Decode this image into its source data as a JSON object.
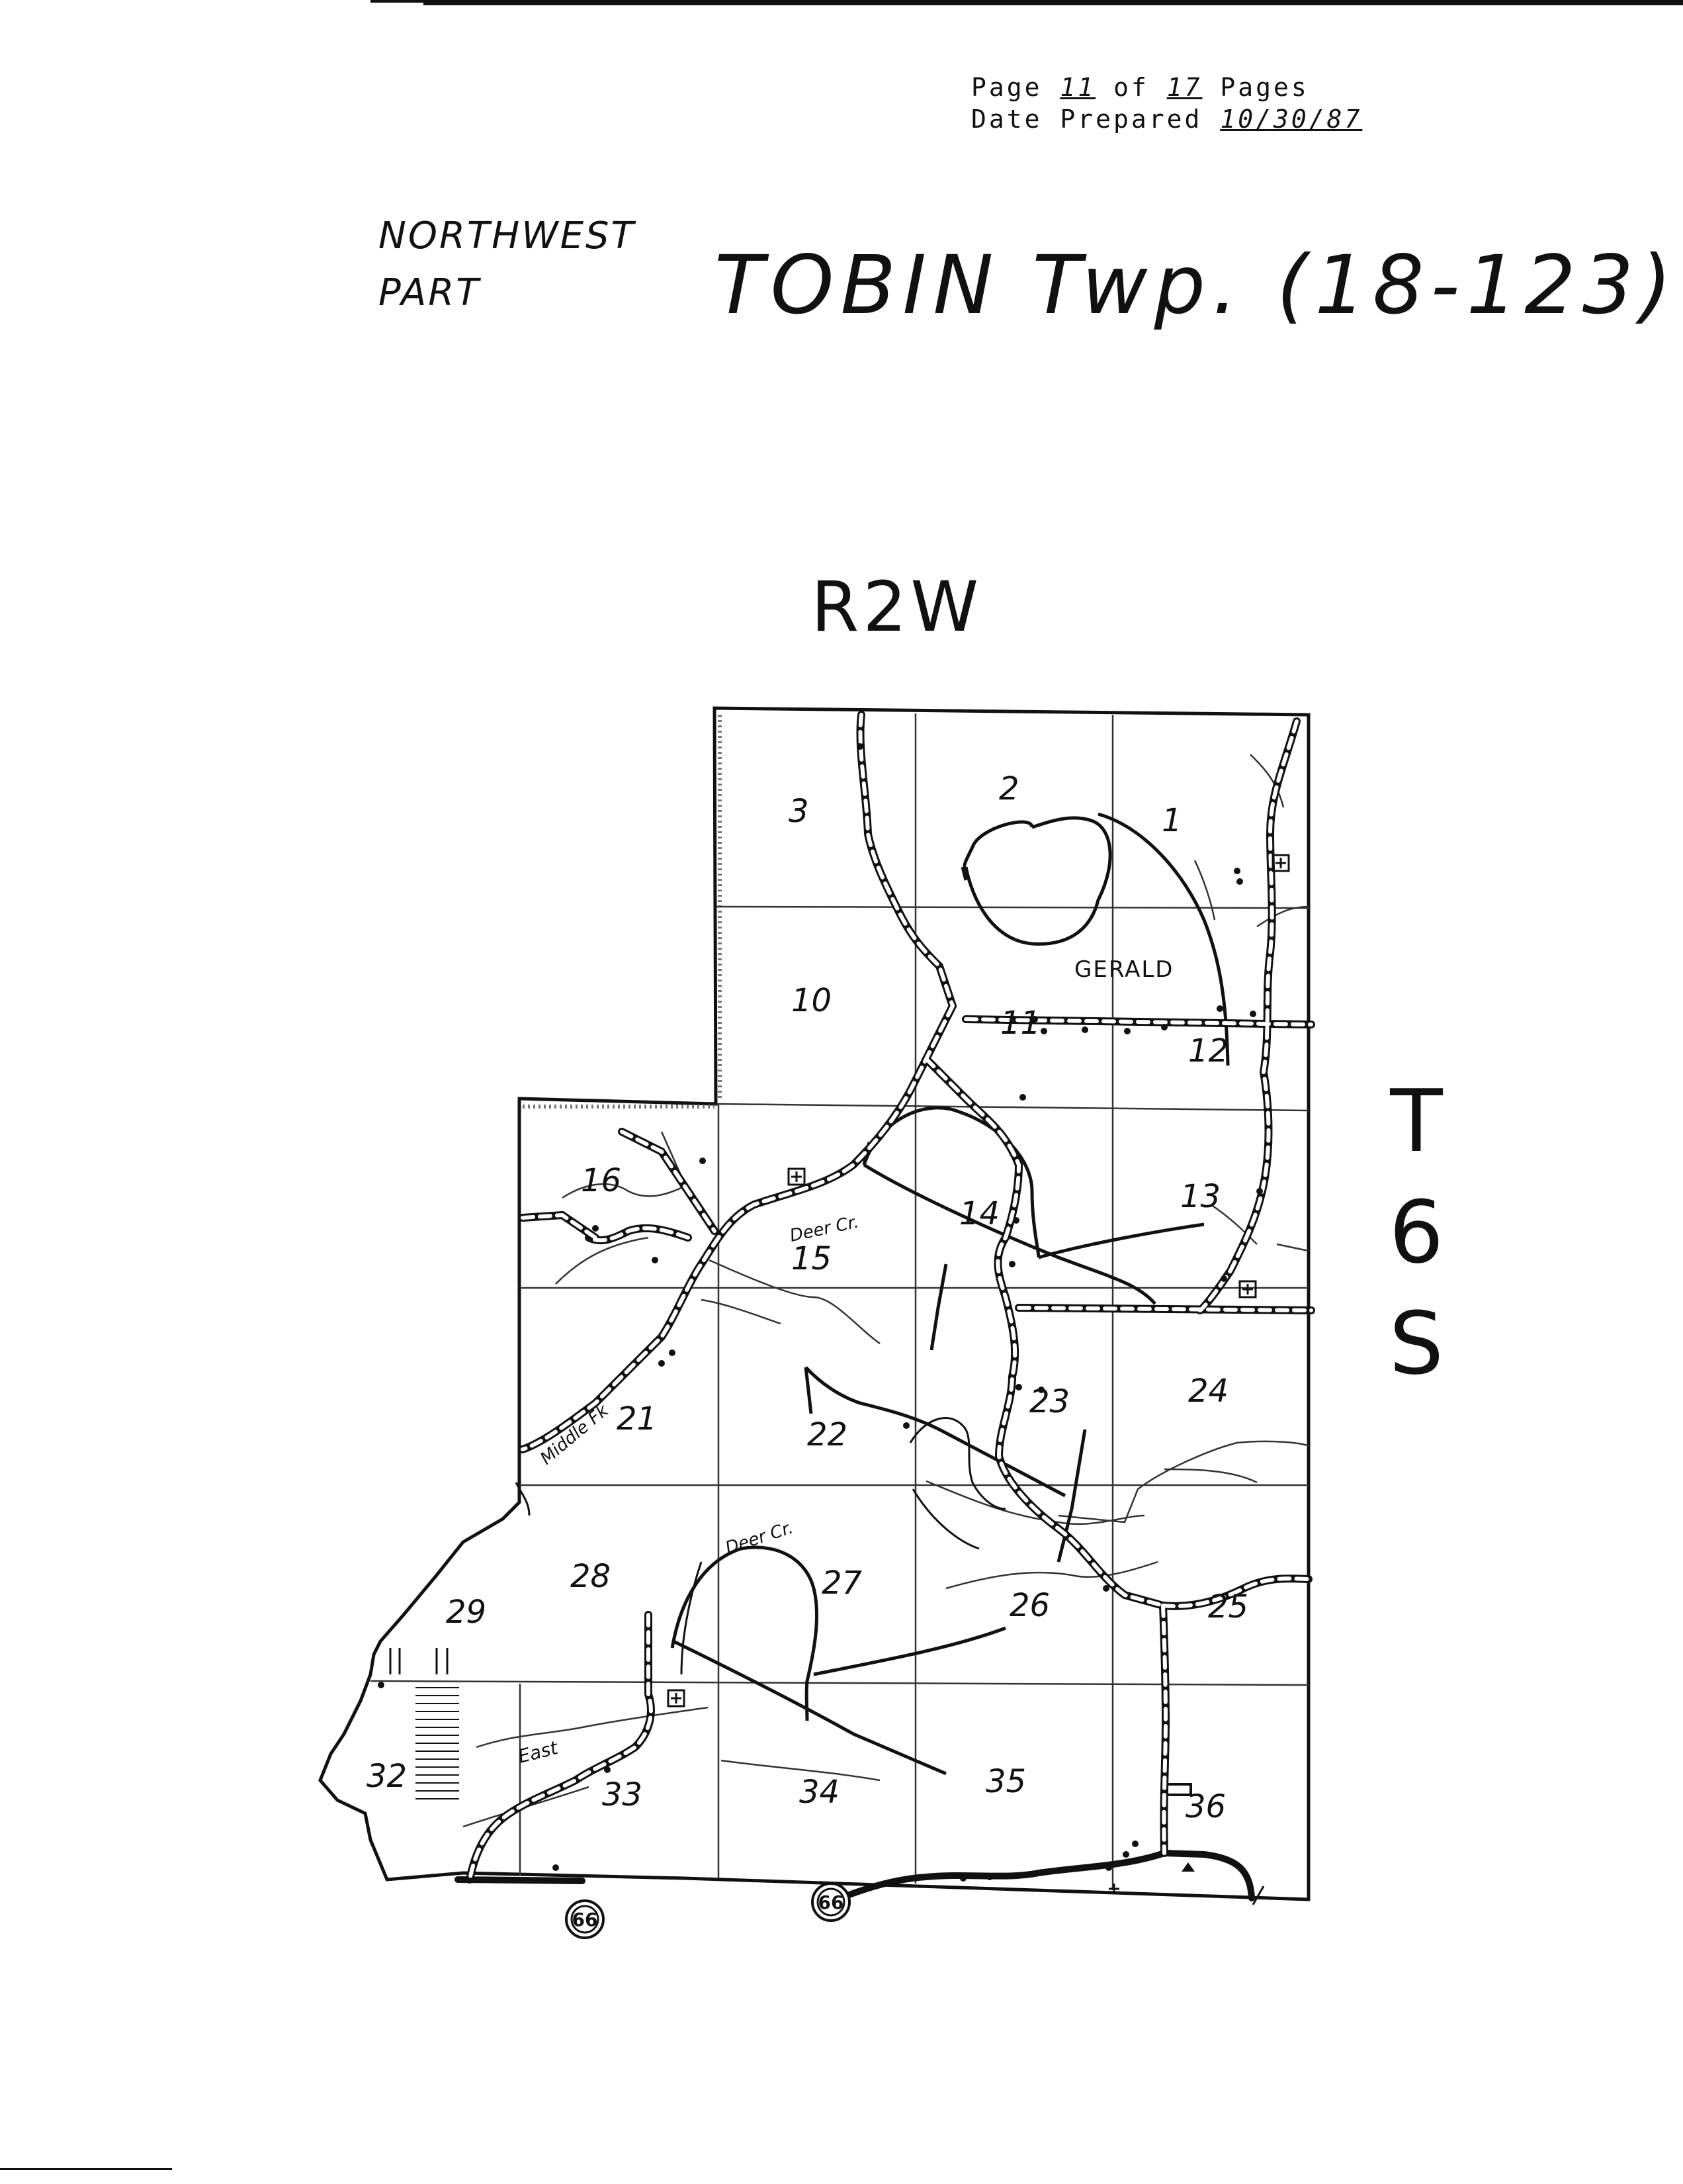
{
  "header": {
    "page_label": "Page",
    "page_num": "11",
    "of_label": "of",
    "page_total": "17",
    "pages_label": "Pages",
    "date_label": "Date Prepared",
    "date": "10/30/87"
  },
  "location_note": {
    "line1": "NORTHWEST",
    "line2": "PART"
  },
  "title": "TOBIN Twp. (18-123)",
  "range": "R2W",
  "township": {
    "line1": "T",
    "line2": "6",
    "line3": "S"
  },
  "map": {
    "sections": [
      "1",
      "2",
      "3",
      "10",
      "11",
      "12",
      "13",
      "14",
      "15",
      "16",
      "21",
      "22",
      "23",
      "24",
      "25",
      "26",
      "27",
      "28",
      "29",
      "32",
      "33",
      "34",
      "35",
      "36"
    ],
    "place_names": [
      "GERALD"
    ],
    "streams": [
      "Deer Cr.",
      "Deer Cr.",
      "Middle Fk",
      "East"
    ],
    "route_markers": [
      "66",
      "66"
    ]
  }
}
